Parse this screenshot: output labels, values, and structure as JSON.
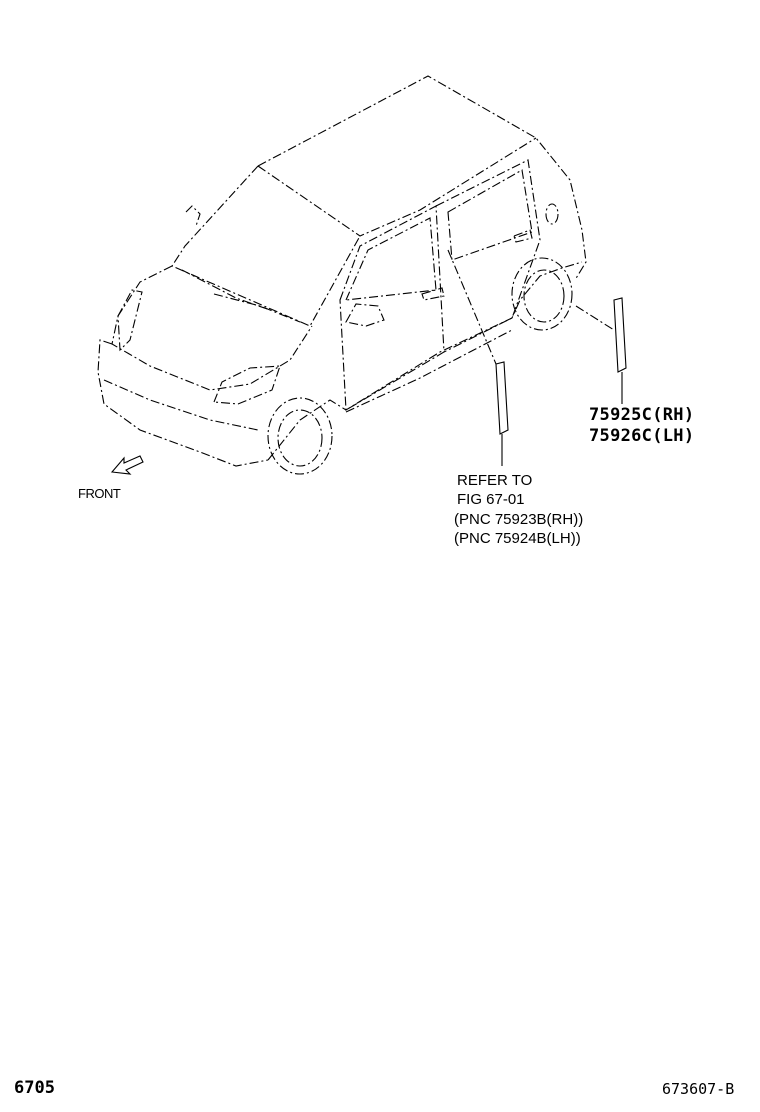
{
  "labels": {
    "part_rh": "75925C(RH)",
    "part_lh": "75926C(LH)",
    "refer_line1": "REFER TO",
    "refer_line2": "FIG 67-01",
    "refer_line3": "(PNC 75923B(RH))",
    "refer_line4": "(PNC 75924B(LH))",
    "front": "FRONT"
  },
  "footer": {
    "figure_number": "6705",
    "illustration_code": "673607-B"
  }
}
